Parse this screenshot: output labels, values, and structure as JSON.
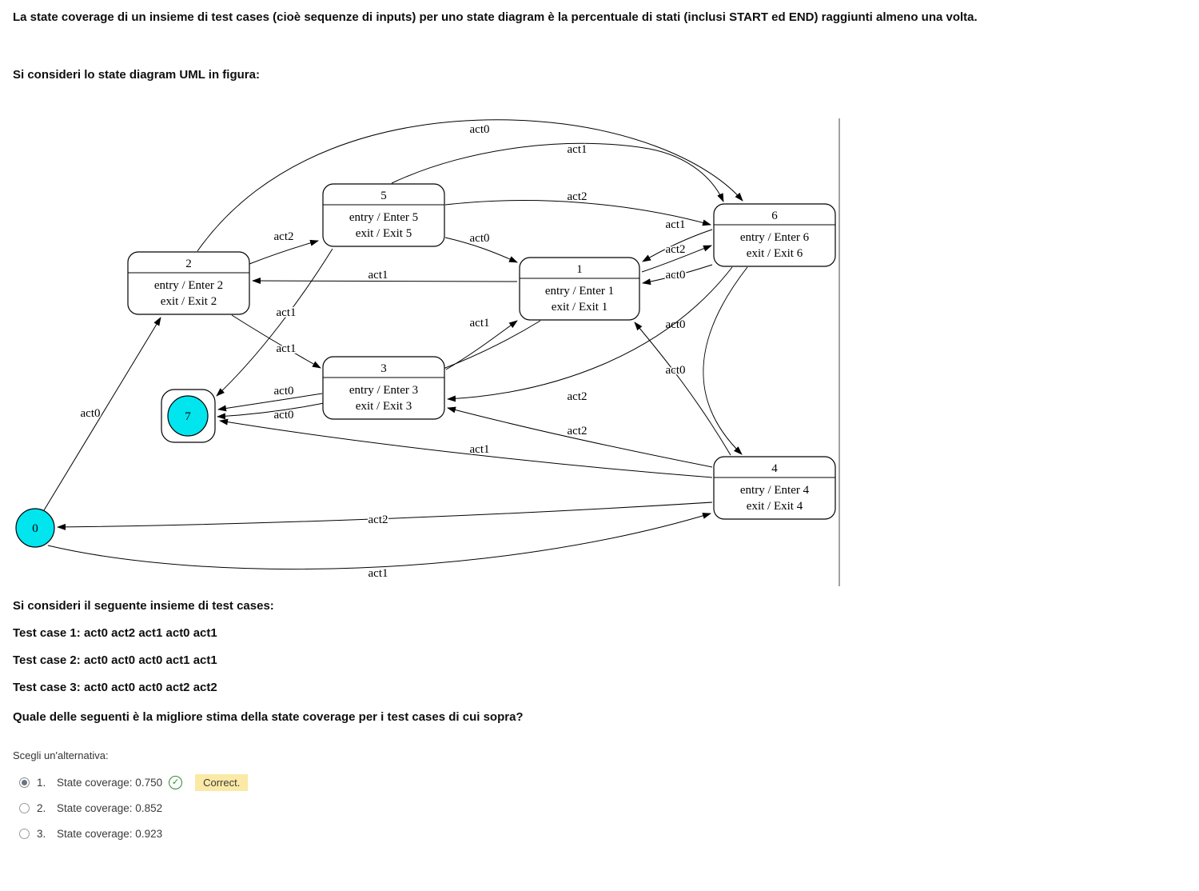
{
  "page": {
    "intro": "La state coverage di un insieme di test cases (cioè sequenze di inputs) per uno state diagram è la percentuale di stati (inclusi START ed END) raggiunti almeno una volta.",
    "figure_caption": "Si consideri lo state diagram UML in figura:",
    "testcases_intro": "Si consideri il seguente insieme di test cases:",
    "test_cases": [
      "Test case 1: act0 act2 act1 act0 act1",
      "Test case 2: act0 act0 act0 act1 act1",
      "Test case 3: act0 act0 act0 act2 act2"
    ],
    "question": "Quale delle seguenti è la migliore stima della state coverage per i test cases di cui sopra?",
    "choose_label": "Scegli un'alternativa:",
    "options": [
      {
        "number": "1.",
        "label": "State coverage: 0.750",
        "selected": true,
        "correct": true,
        "feedback": "Correct."
      },
      {
        "number": "2.",
        "label": "State coverage: 0.852",
        "selected": false
      },
      {
        "number": "3.",
        "label": "State coverage: 0.923",
        "selected": false
      }
    ]
  },
  "icons": {
    "correct_check": "✓"
  },
  "colors": {
    "state_fill": "#00E5EE",
    "node_stroke": "#000000",
    "correct_badge_bg": "#FBE9A6",
    "check_green": "#2E8B2E"
  },
  "diagram": {
    "type": "uml-state-diagram",
    "states": [
      {
        "id": "2",
        "title": "2",
        "entry": "entry / Enter 2",
        "exit": "exit / Exit 2"
      },
      {
        "id": "5",
        "title": "5",
        "entry": "entry / Enter 5",
        "exit": "exit / Exit 5"
      },
      {
        "id": "3",
        "title": "3",
        "entry": "entry / Enter 3",
        "exit": "exit / Exit 3"
      },
      {
        "id": "1",
        "title": "1",
        "entry": "entry / Enter 1",
        "exit": "exit / Exit 1"
      },
      {
        "id": "6",
        "title": "6",
        "entry": "entry / Enter 6",
        "exit": "exit / Exit 6"
      },
      {
        "id": "4",
        "title": "4",
        "entry": "entry / Enter 4",
        "exit": "exit / Exit 4"
      },
      {
        "id": "0",
        "title": "0",
        "kind": "start"
      },
      {
        "id": "7",
        "title": "7",
        "kind": "end"
      }
    ],
    "edges": [
      {
        "from": "0",
        "to": "2",
        "label": "act0"
      },
      {
        "from": "2",
        "to": "5",
        "label": "act2"
      },
      {
        "from": "2",
        "to": "6",
        "label": "act0"
      },
      {
        "from": "5",
        "to": "6",
        "label": "act1"
      },
      {
        "from": "5",
        "to": "6",
        "label": "act2"
      },
      {
        "from": "5",
        "to": "1",
        "label": "act0"
      },
      {
        "from": "6",
        "to": "1",
        "label": "act1"
      },
      {
        "from": "1",
        "to": "6",
        "label": "act2"
      },
      {
        "from": "6",
        "to": "1",
        "label": "act0"
      },
      {
        "from": "1",
        "to": "2",
        "label": "act1"
      },
      {
        "from": "2",
        "to": "3",
        "label": "act1"
      },
      {
        "from": "3",
        "to": "1",
        "label": "act1"
      },
      {
        "from": "4",
        "to": "1",
        "label": "act0"
      },
      {
        "from": "6",
        "to": "4",
        "label": "act0"
      },
      {
        "from": "3",
        "to": "7",
        "label": "act0"
      },
      {
        "from": "6",
        "to": "3",
        "label": "act2"
      },
      {
        "from": "1",
        "to": "7",
        "label": "act0"
      },
      {
        "from": "4",
        "to": "3",
        "label": "act2"
      },
      {
        "from": "4",
        "to": "7",
        "label": "act1"
      },
      {
        "from": "4",
        "to": "0",
        "label": "act2"
      },
      {
        "from": "0",
        "to": "4",
        "label": "act1"
      },
      {
        "from": "5",
        "to": "7",
        "label": "act1"
      }
    ]
  }
}
